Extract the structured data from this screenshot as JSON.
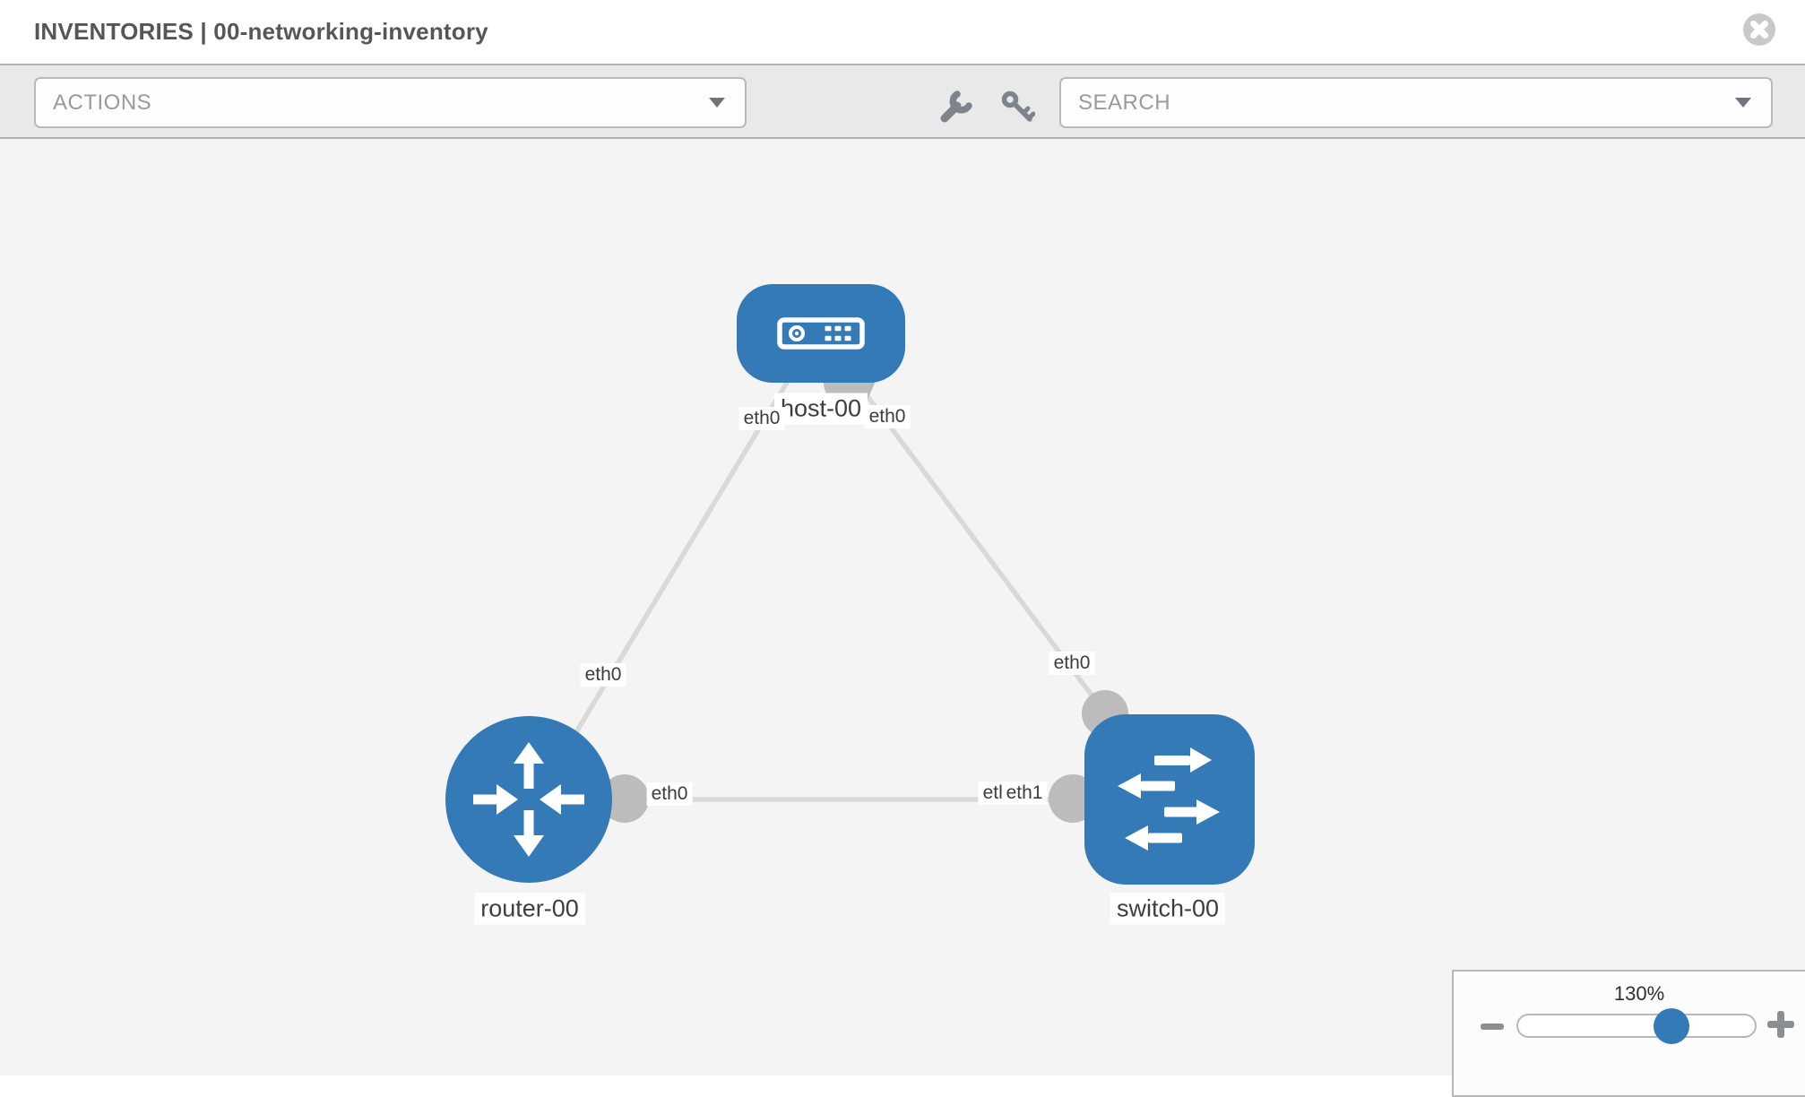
{
  "header": {
    "title": "INVENTORIES | 00-networking-inventory",
    "icons": [
      "close-icon"
    ]
  },
  "toolbar": {
    "actions_label": "ACTIONS",
    "search_placeholder": "SEARCH",
    "icons": [
      "wrench-icon",
      "key-icon"
    ],
    "dropdown_icons": [
      "chevron-down-icon"
    ]
  },
  "topology": {
    "nodes": [
      {
        "label": "host-00",
        "type": "host"
      },
      {
        "label": "router-00",
        "type": "router"
      },
      {
        "label": "switch-00",
        "type": "switch"
      }
    ],
    "port_labels": [
      {
        "text": "eth0",
        "node": "host-00"
      },
      {
        "text": "eth0",
        "node": "host-00"
      },
      {
        "text": "eth0",
        "node": "router-00"
      },
      {
        "text": "eth0",
        "node": "switch-00"
      },
      {
        "text": "eth0",
        "node": "router-00"
      },
      {
        "text": "eth0",
        "node": "switch-00"
      },
      {
        "text": "eth1",
        "node": "switch-00"
      }
    ],
    "links": [
      {
        "from": "host-00",
        "from_port": "eth0",
        "to": "router-00",
        "to_port": "eth0"
      },
      {
        "from": "host-00",
        "from_port": "eth0",
        "to": "switch-00",
        "to_port": "eth0"
      },
      {
        "from": "router-00",
        "from_port": "eth0",
        "to": "switch-00",
        "to_port": "eth1"
      }
    ]
  },
  "zoom_control": {
    "level": "130%",
    "value": 130
  },
  "colors": {
    "node_blue": "#337ab7",
    "link_gray": "#d9d9d9",
    "interface_gray": "#bcbcbc",
    "toolbar_bg": "#e9e9e9",
    "canvas_bg": "#f4f4f4",
    "icon_gray": "#7d848c"
  }
}
